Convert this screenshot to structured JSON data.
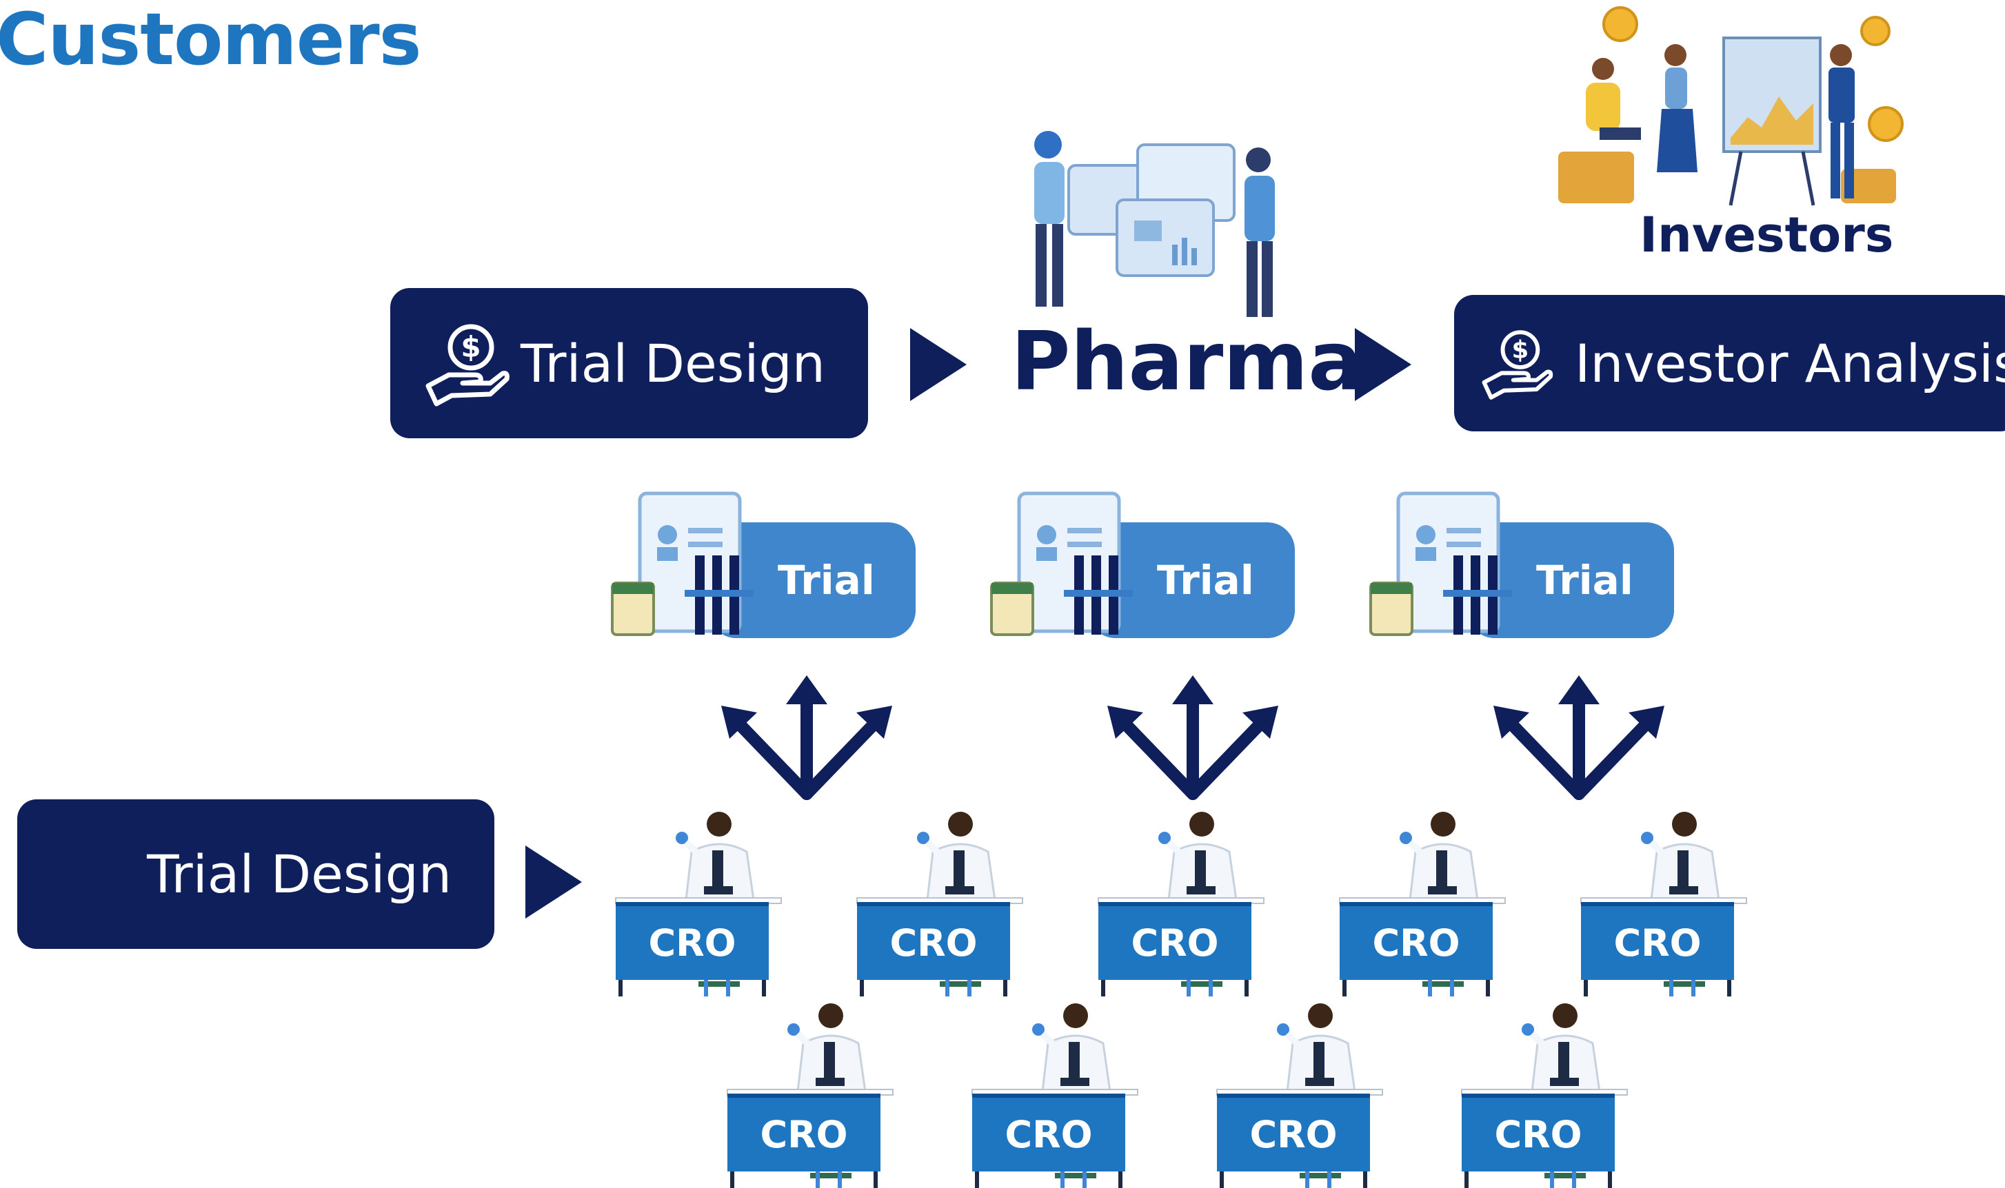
{
  "title": "Customers",
  "top_row": {
    "trial_design_label": "Trial Design",
    "pharma_label": "Pharma",
    "investor_analysis_label": "Investor Analysis"
  },
  "investors_label": "Investors",
  "trials": [
    "Trial",
    "Trial",
    "Trial"
  ],
  "bottom_left": {
    "trial_design_label": "Trial Design"
  },
  "cro_label": "CRO",
  "colors": {
    "navy": "#0f1f5c",
    "title_blue": "#1f76c0",
    "trial_blue": "#3f86cc",
    "cro_blue": "#1f76c0"
  },
  "icons": [
    "dollar-hand-icon",
    "play-arrow-icon",
    "three-way-arrow-icon",
    "scientist-microscope-icon",
    "lab-clipboard-icon"
  ]
}
